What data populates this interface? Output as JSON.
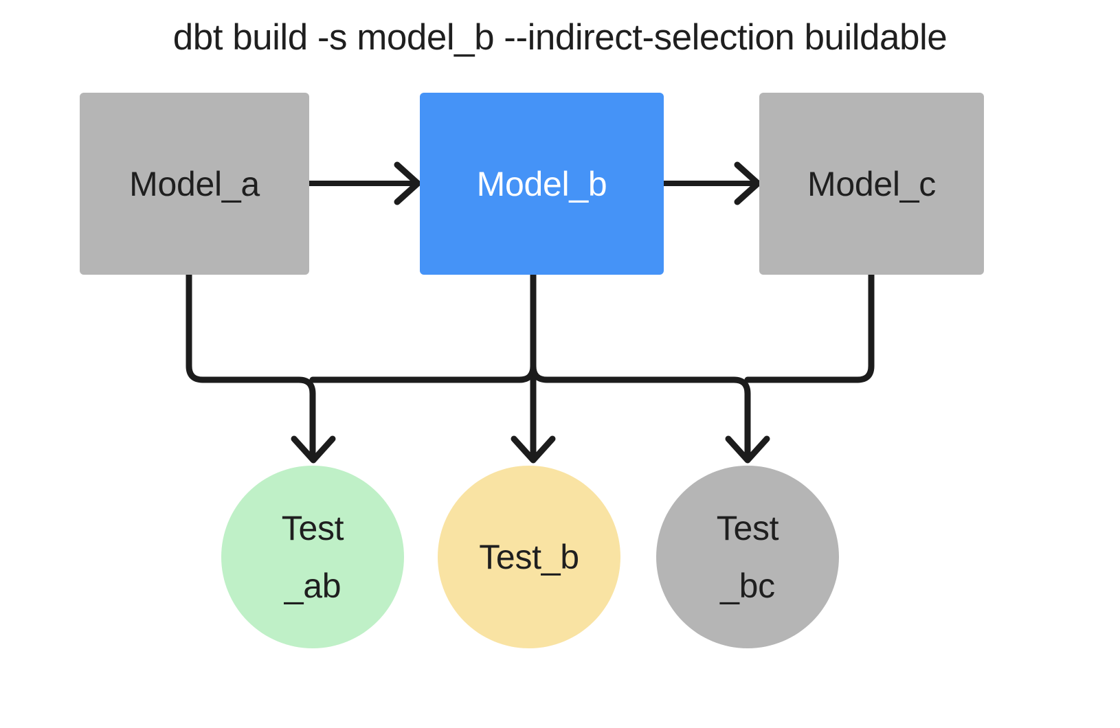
{
  "diagram": {
    "title": "dbt build -s model_b --indirect-selection buildable",
    "type": "dag",
    "background_color": "#ffffff"
  },
  "colors": {
    "selected_blue": "#4593f7",
    "unselected_grey": "#b5b5b5",
    "test_pass_green": "#bff0c7",
    "test_warn_yellow": "#f9e3a3",
    "edge_black": "#1c1c1c",
    "text_dark": "#1f1f1f",
    "text_light": "#ffffff"
  },
  "models": [
    {
      "id": "model_a",
      "label": "Model_a",
      "shape": "rect",
      "fill": "#b5b5b5",
      "text_color": "#1f1f1f",
      "selected": false
    },
    {
      "id": "model_b",
      "label": "Model_b",
      "shape": "rect",
      "fill": "#4593f7",
      "text_color": "#ffffff",
      "selected": true
    },
    {
      "id": "model_c",
      "label": "Model_c",
      "shape": "rect",
      "fill": "#b5b5b5",
      "text_color": "#1f1f1f",
      "selected": false
    }
  ],
  "tests": [
    {
      "id": "test_ab",
      "label": "Test\n_ab",
      "shape": "circle",
      "fill": "#bff0c7",
      "text_color": "#1f1f1f"
    },
    {
      "id": "test_b",
      "label": "Test_b",
      "shape": "circle",
      "fill": "#f9e3a3",
      "text_color": "#1f1f1f"
    },
    {
      "id": "test_bc",
      "label": "Test\n_bc",
      "shape": "circle",
      "fill": "#b5b5b5",
      "text_color": "#1f1f1f"
    }
  ],
  "edges": [
    {
      "id": "edge-a-b",
      "from": "model_a",
      "to": "model_b",
      "style": "straight-right"
    },
    {
      "id": "edge-b-c",
      "from": "model_b",
      "to": "model_c",
      "style": "straight-right"
    },
    {
      "id": "edge-a-ab",
      "from": "model_a",
      "to": "test_ab",
      "style": "elbow-down"
    },
    {
      "id": "edge-b-ab",
      "from": "model_b",
      "to": "test_ab",
      "style": "elbow-down"
    },
    {
      "id": "edge-b-b",
      "from": "model_b",
      "to": "test_b",
      "style": "straight-down"
    },
    {
      "id": "edge-b-bc",
      "from": "model_b",
      "to": "test_bc",
      "style": "elbow-down"
    },
    {
      "id": "edge-c-bc",
      "from": "model_c",
      "to": "test_bc",
      "style": "elbow-down"
    }
  ]
}
